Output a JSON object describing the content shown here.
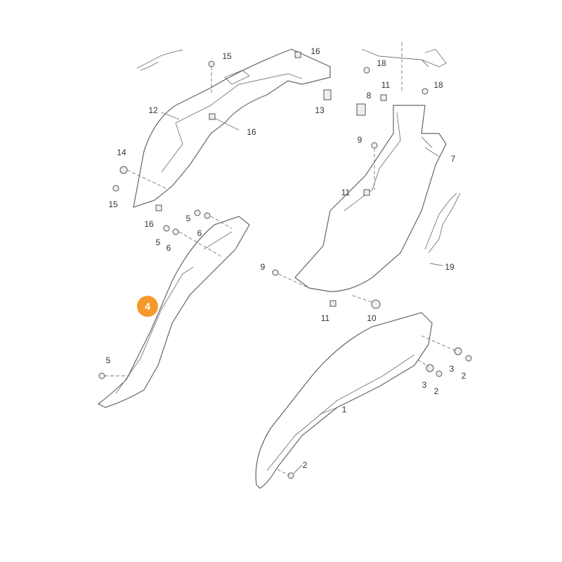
{
  "diagram": {
    "highlight_color": "#F39A2B",
    "highlighted_part": "4",
    "callouts": [
      "15",
      "16",
      "18",
      "18",
      "11",
      "8",
      "12",
      "13",
      "16",
      "9",
      "7",
      "14",
      "11",
      "15",
      "16",
      "5",
      "6",
      "5",
      "6",
      "19",
      "9",
      "11",
      "10",
      "5",
      "3",
      "2",
      "3",
      "2",
      "1",
      "2"
    ]
  }
}
